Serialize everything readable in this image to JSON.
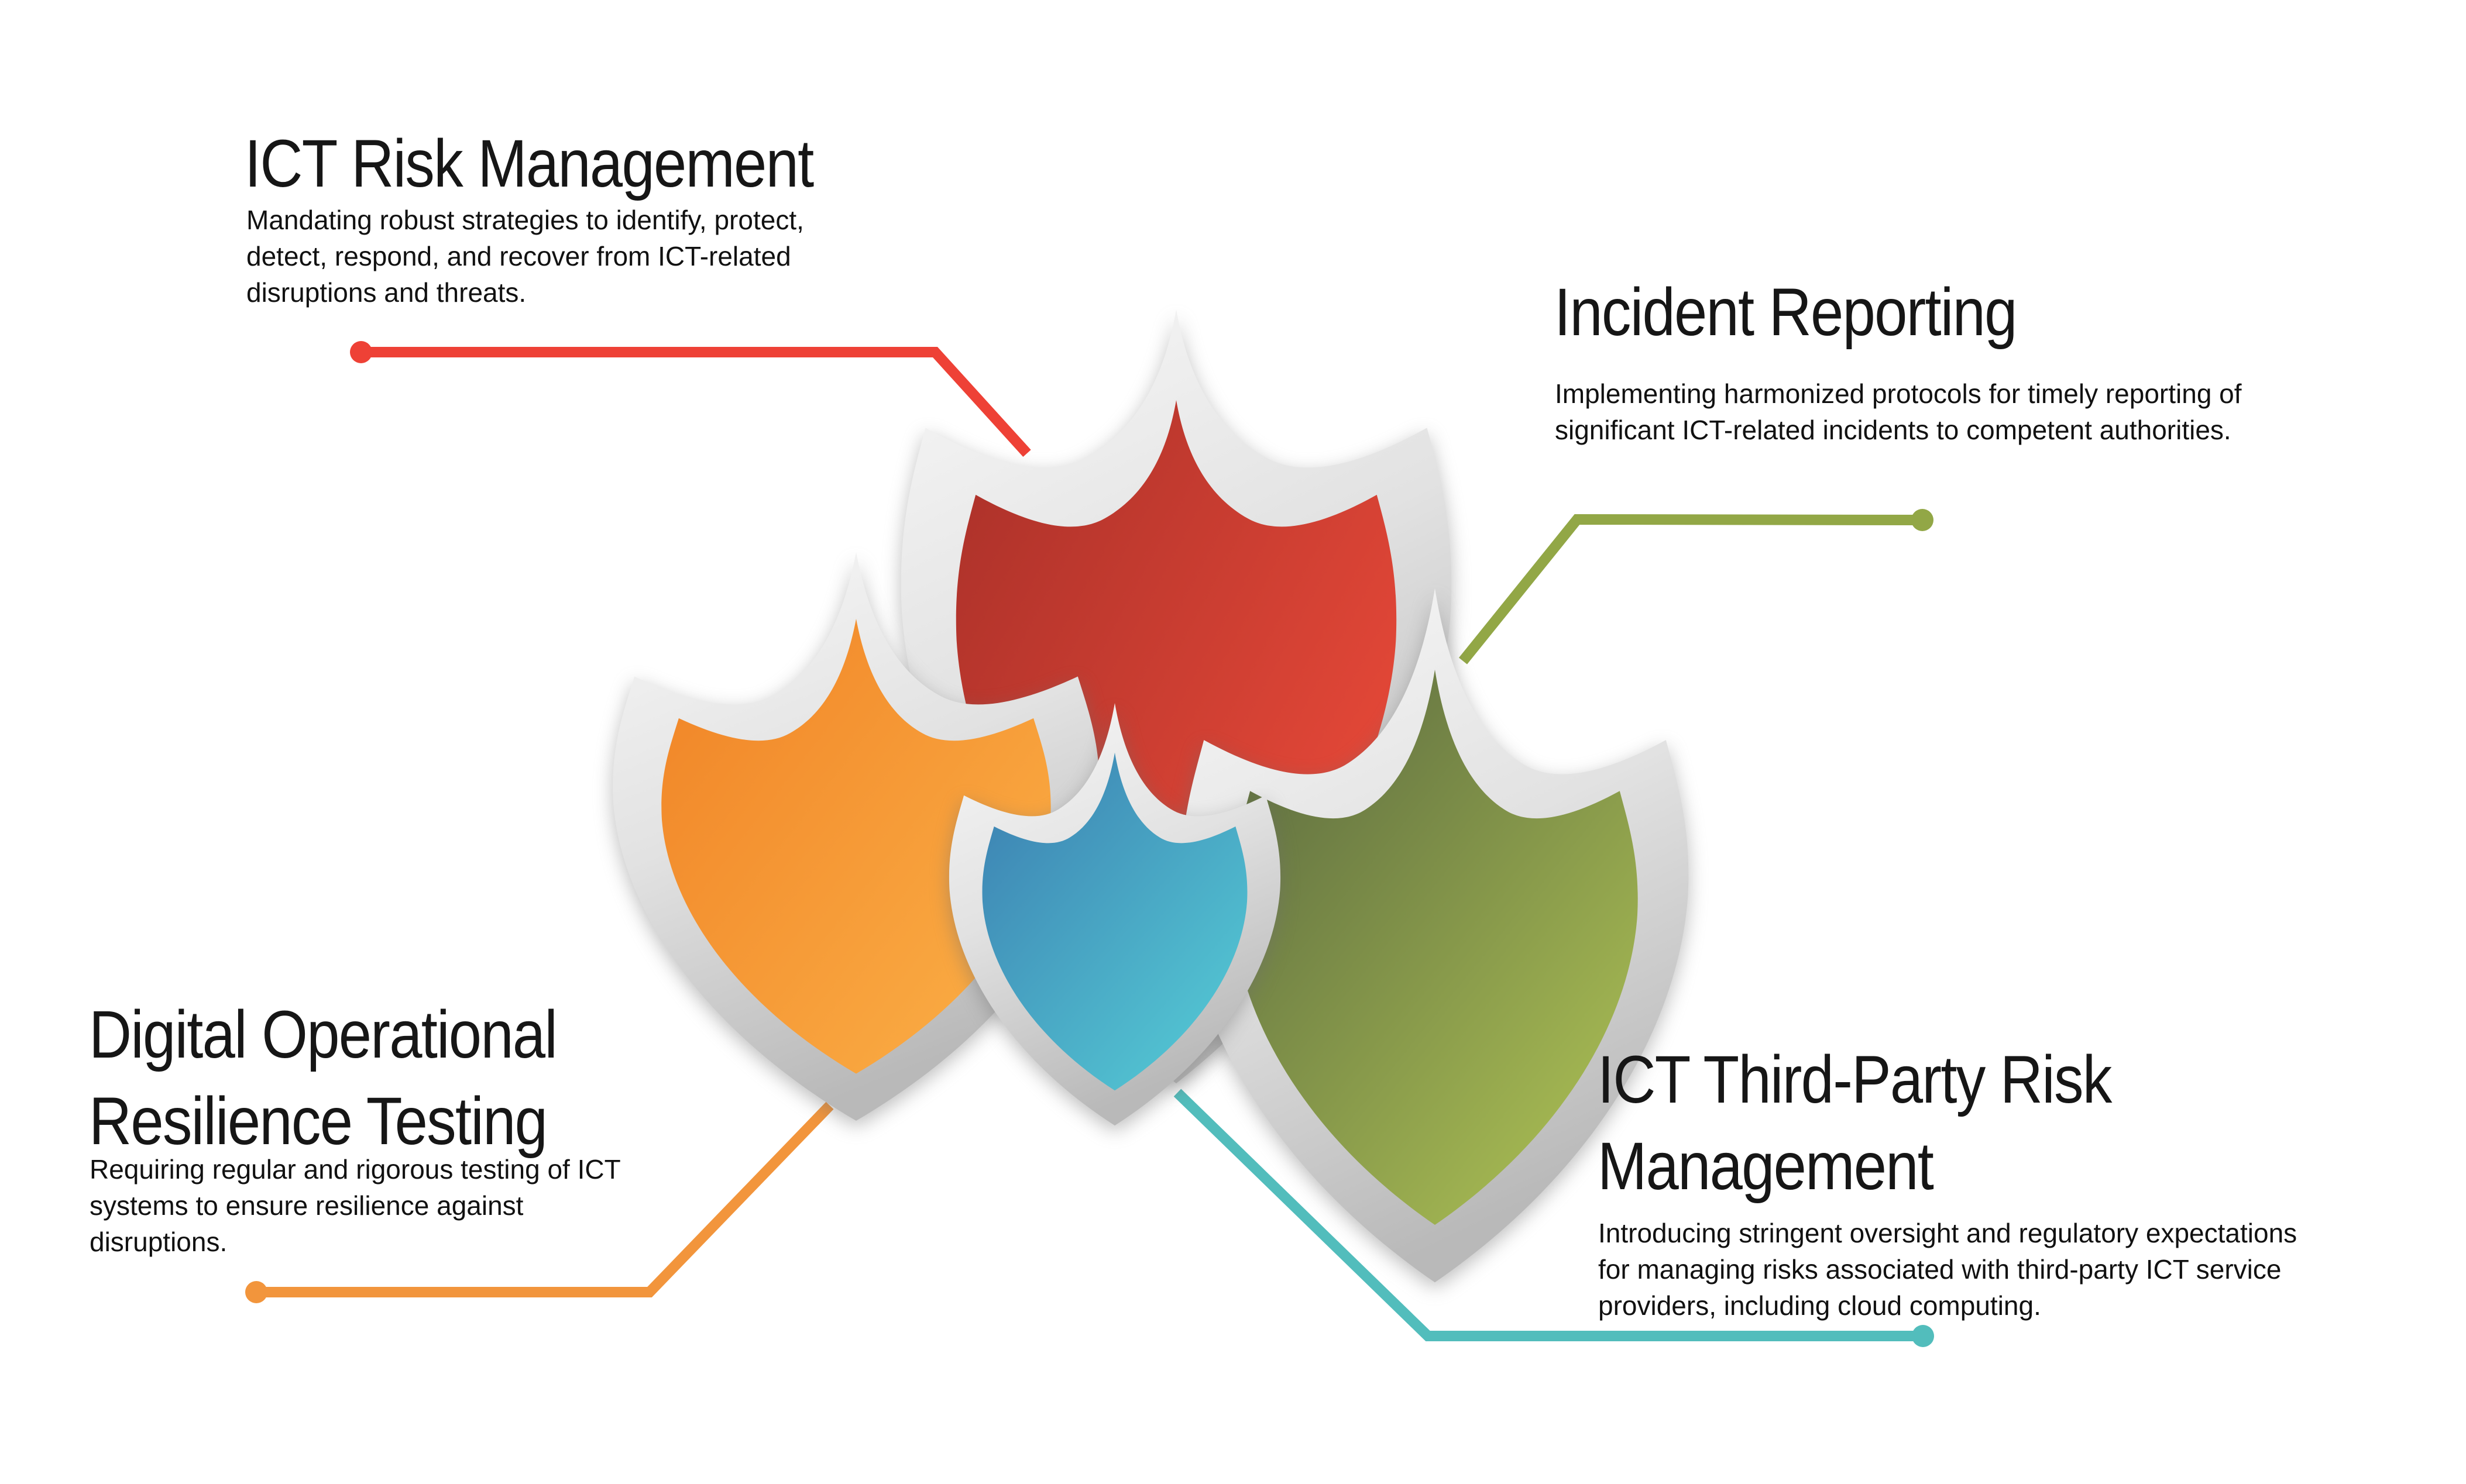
{
  "page": {
    "background": "#ffffff",
    "text_color": "#161616"
  },
  "sections": [
    {
      "id": "ict-risk-management",
      "title": "ICT Risk Management",
      "description": "Mandating robust strategies to identify, protect,\ndetect, respond, and recover from ICT-related\ndisruptions and threats.",
      "accent": "#ee4136",
      "position": "top-left"
    },
    {
      "id": "incident-reporting",
      "title": "Incident Reporting",
      "description": "Implementing harmonized protocols for timely reporting of\nsignificant ICT-related incidents to competent authorities.",
      "accent": "#92a746",
      "position": "top-right"
    },
    {
      "id": "digital-operational-resilience-testing",
      "title": "Digital Operational\nResilience Testing",
      "description": "Requiring regular and rigorous testing of ICT\nsystems to ensure resilience against\ndisruptions.",
      "accent": "#f2953c",
      "position": "bottom-left"
    },
    {
      "id": "ict-third-party-risk-management",
      "title": "ICT Third-Party Risk\nManagement",
      "description": "Introducing stringent oversight and regulatory expectations\nfor managing risks associated with third-party ICT service\nproviders, including cloud computing.",
      "accent": "#52bdbc",
      "position": "bottom-right"
    }
  ],
  "shields": [
    {
      "name": "red-shield",
      "gradient_from": "#a93029",
      "gradient_to": "#ea4a39"
    },
    {
      "name": "orange-shield",
      "gradient_from": "#f08326",
      "gradient_to": "#fbaf46"
    },
    {
      "name": "green-shield",
      "gradient_from": "#57663f",
      "gradient_to": "#aec254"
    },
    {
      "name": "blue-shield",
      "gradient_from": "#3b7db0",
      "gradient_to": "#55ccd6"
    }
  ],
  "silver": {
    "from": "#f8f8f8",
    "mid": "#e2e2e2",
    "to": "#b9b9b9"
  }
}
